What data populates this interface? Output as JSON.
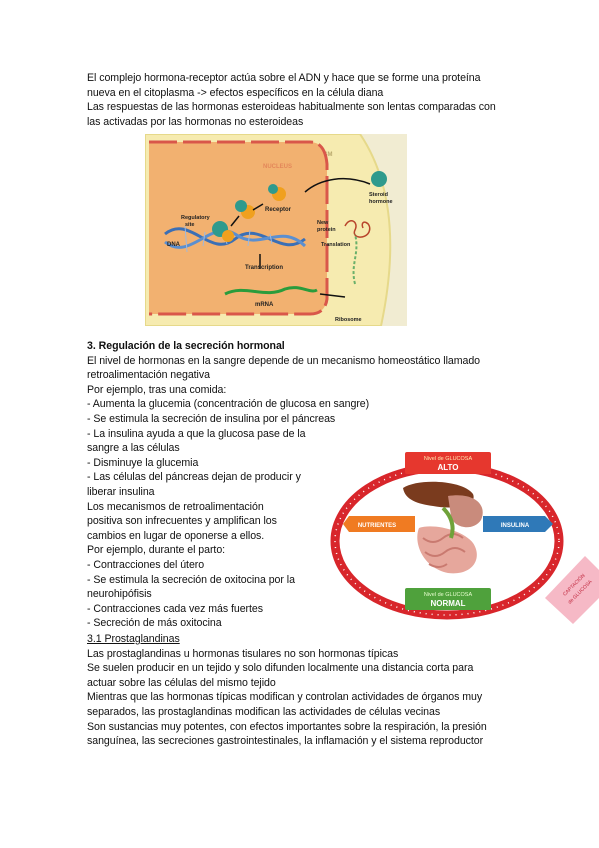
{
  "intro": {
    "lines": [
      "El complejo hormona-receptor actúa sobre el ADN y hace que se forme una proteína",
      "nueva en el citoplasma -> efectos específicos en la célula diana",
      "Las respuestas de las hormonas esteroideas habitualmente son lentas comparadas con",
      "las activadas por las hormonas no esteroideas"
    ]
  },
  "figure_cell": {
    "labels": {
      "cytoplasm": "CYTOPLASM",
      "nucleus": "NUCLEUS",
      "receptor": "Receptor",
      "regulatory_site_1": "Regulatory",
      "regulatory_site_2": "site",
      "dna": "DNA",
      "transcription": "Transcription",
      "mrna": "mRNA",
      "steroid_hormone_1": "Steroid",
      "steroid_hormone_2": "hormone",
      "new_protein_1": "New",
      "new_protein_2": "protein",
      "translation": "Translation",
      "ribosome": "Ribosome"
    }
  },
  "section3": {
    "heading": "3. Regulación de la secreción hormonal",
    "lines": [
      "El nivel de hormonas en la sangre depende de un mecanismo homeostático llamado",
      "retroalimentación negativa",
      "Por ejemplo, tras una comida:",
      "- Aumenta la glucemia (concentración de glucosa en sangre)",
      "- Se estimula la secreción de insulina por el páncreas",
      "- La insulina ayuda a que la glucosa pase de la",
      "sangre a las células",
      "- Disminuye la glucemia",
      "- Las células del páncreas dejan de producir y",
      "liberar insulina",
      "Los mecanismos de retroalimentación",
      "positiva son infrecuentes y amplifican los",
      "cambios en lugar de oponerse a ellos.",
      "Por ejemplo, durante el parto:",
      "- Contracciones del útero",
      "- Se estimula la secreción de oxitocina por la",
      "neurohipófisis",
      "- Contracciones cada vez más fuertes",
      "- Secreción de más oxitocina"
    ]
  },
  "figure_glucose": {
    "top_label_1": "Nivel de GLUCOSA",
    "top_label_2": "ALTO",
    "bottom_label_1": "Nivel de GLUCOSA",
    "bottom_label_2": "NORMAL",
    "left_label": "NUTRIENTES",
    "right_label": "INSULINA",
    "corner_label_1": "CAPTACIÓN",
    "corner_label_2": "de GLUCOSA"
  },
  "section31": {
    "heading": "3.1 Prostaglandinas",
    "lines": [
      "Las prostaglandinas u hormonas tisulares no son hormonas típicas",
      "Se suelen producir en un tejido y solo difunden localmente una distancia corta para",
      "actuar sobre las células del mismo tejido",
      "Mientras que las hormonas típicas modifican y controlan actividades de órganos muy",
      "separados, las prostaglandinas modifican las actividades de células vecinas",
      "Son sustancias muy potentes, con efectos importantes sobre la respiración, la presión",
      "sanguínea, las secreciones gastrointestinales, la inflamación y el sistema reproductor"
    ]
  }
}
